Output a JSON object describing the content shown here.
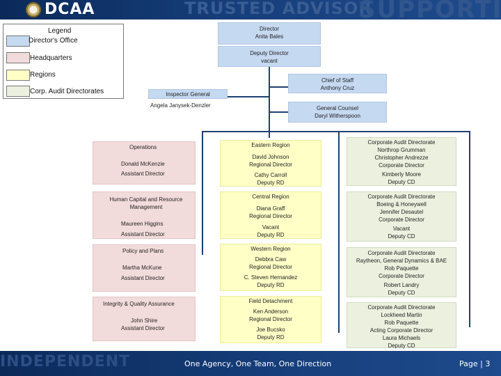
{
  "header": {
    "logo": "DCAA",
    "watermark_left": "TRUSTED ADVISOR",
    "watermark_right": "SUPPORTIV"
  },
  "legend": {
    "title": "Legend",
    "items": [
      {
        "label": "Director's Office",
        "color": "#c5d9f1"
      },
      {
        "label": "Headquarters",
        "color": "#f2dcdb"
      },
      {
        "label": "Regions",
        "color": "#ffffc6"
      },
      {
        "label": "Corp. Audit Directorates",
        "color": "#ebf1de"
      }
    ]
  },
  "director": {
    "title": "Director",
    "name": "Anita Bales"
  },
  "deputy_director": {
    "title": "Deputy Director",
    "name": "vacant"
  },
  "chief_of_staff": {
    "title": "Chief of Staff",
    "name": "Anthony Cruz"
  },
  "inspector_general": {
    "title": "Inspector General",
    "name": "Angela Janysek-Denzler"
  },
  "general_counsel": {
    "title": "General Counsel",
    "name": "Daryl Witherspoon"
  },
  "headquarters": [
    {
      "title": "Operations",
      "name": "Donald McKenzie",
      "role": "Assistant Director"
    },
    {
      "title": "Human Capital and Resource Management",
      "name": "Maureen Higgins",
      "role": "Assistant Director"
    },
    {
      "title": "Policy and Plans",
      "name": "Martha McKune",
      "role": "Assistant Director"
    },
    {
      "title": "Integrity & Quality Assurance",
      "name": "John Shire",
      "role": "Assistant Director"
    }
  ],
  "regions": [
    {
      "title": "Eastern Region",
      "p1_name": "David Johnson",
      "p1_role": "Regional Director",
      "p2_name": "Cathy Carroll",
      "p2_role": "Deputy RD"
    },
    {
      "title": "Central Region",
      "p1_name": "Diana Graff",
      "p1_role": "Regional Director",
      "p2_name": "Vacant",
      "p2_role": "Deputy RD"
    },
    {
      "title": "Western Region",
      "p1_name": "Debbra Caw",
      "p1_role": "Regional Director",
      "p2_name": "C. Steven Hernandez",
      "p2_role": "Deputy RD"
    },
    {
      "title": "Field Detachment",
      "p1_name": "Ken Anderson",
      "p1_role": "Regional Director",
      "p2_name": "Joe Bucsko",
      "p2_role": "Deputy RD"
    }
  ],
  "corporate": [
    {
      "title": "Corporate Audit Directorate",
      "subtitle": "Northrop Grumman",
      "p1_name": "Christopher Andrezze",
      "p1_role": "Corporate Director",
      "p2_name": "Kimberly Moore",
      "p2_role": "Deputy CD"
    },
    {
      "title": "Corporate Audit Directorate",
      "subtitle": "Boeing & Honeywell",
      "p1_name": "Jennifer Desautel",
      "p1_role": "Corporate Director",
      "p2_name": "Vacant",
      "p2_role": "Deputy CD"
    },
    {
      "title": "Corporate Audit Directorate",
      "subtitle": "Raytheon, General Dynamics & BAE",
      "p1_name": "Rob Paquette",
      "p1_role": "Corporate Director",
      "p2_name": "Robert Landry",
      "p2_role": "Deputy CD"
    },
    {
      "title": "Corporate Audit Directorate",
      "subtitle": "Lockheed Martin",
      "p1_name": "Rob Paquette",
      "p1_role": "Acting Corporate Director",
      "p2_name": "Laura Michaels",
      "p2_role": "Deputy CD"
    }
  ],
  "footer": {
    "watermark": "INDEPENDENT",
    "tagline": "One Agency, One Team, One Direction",
    "page": "Page | 3"
  }
}
